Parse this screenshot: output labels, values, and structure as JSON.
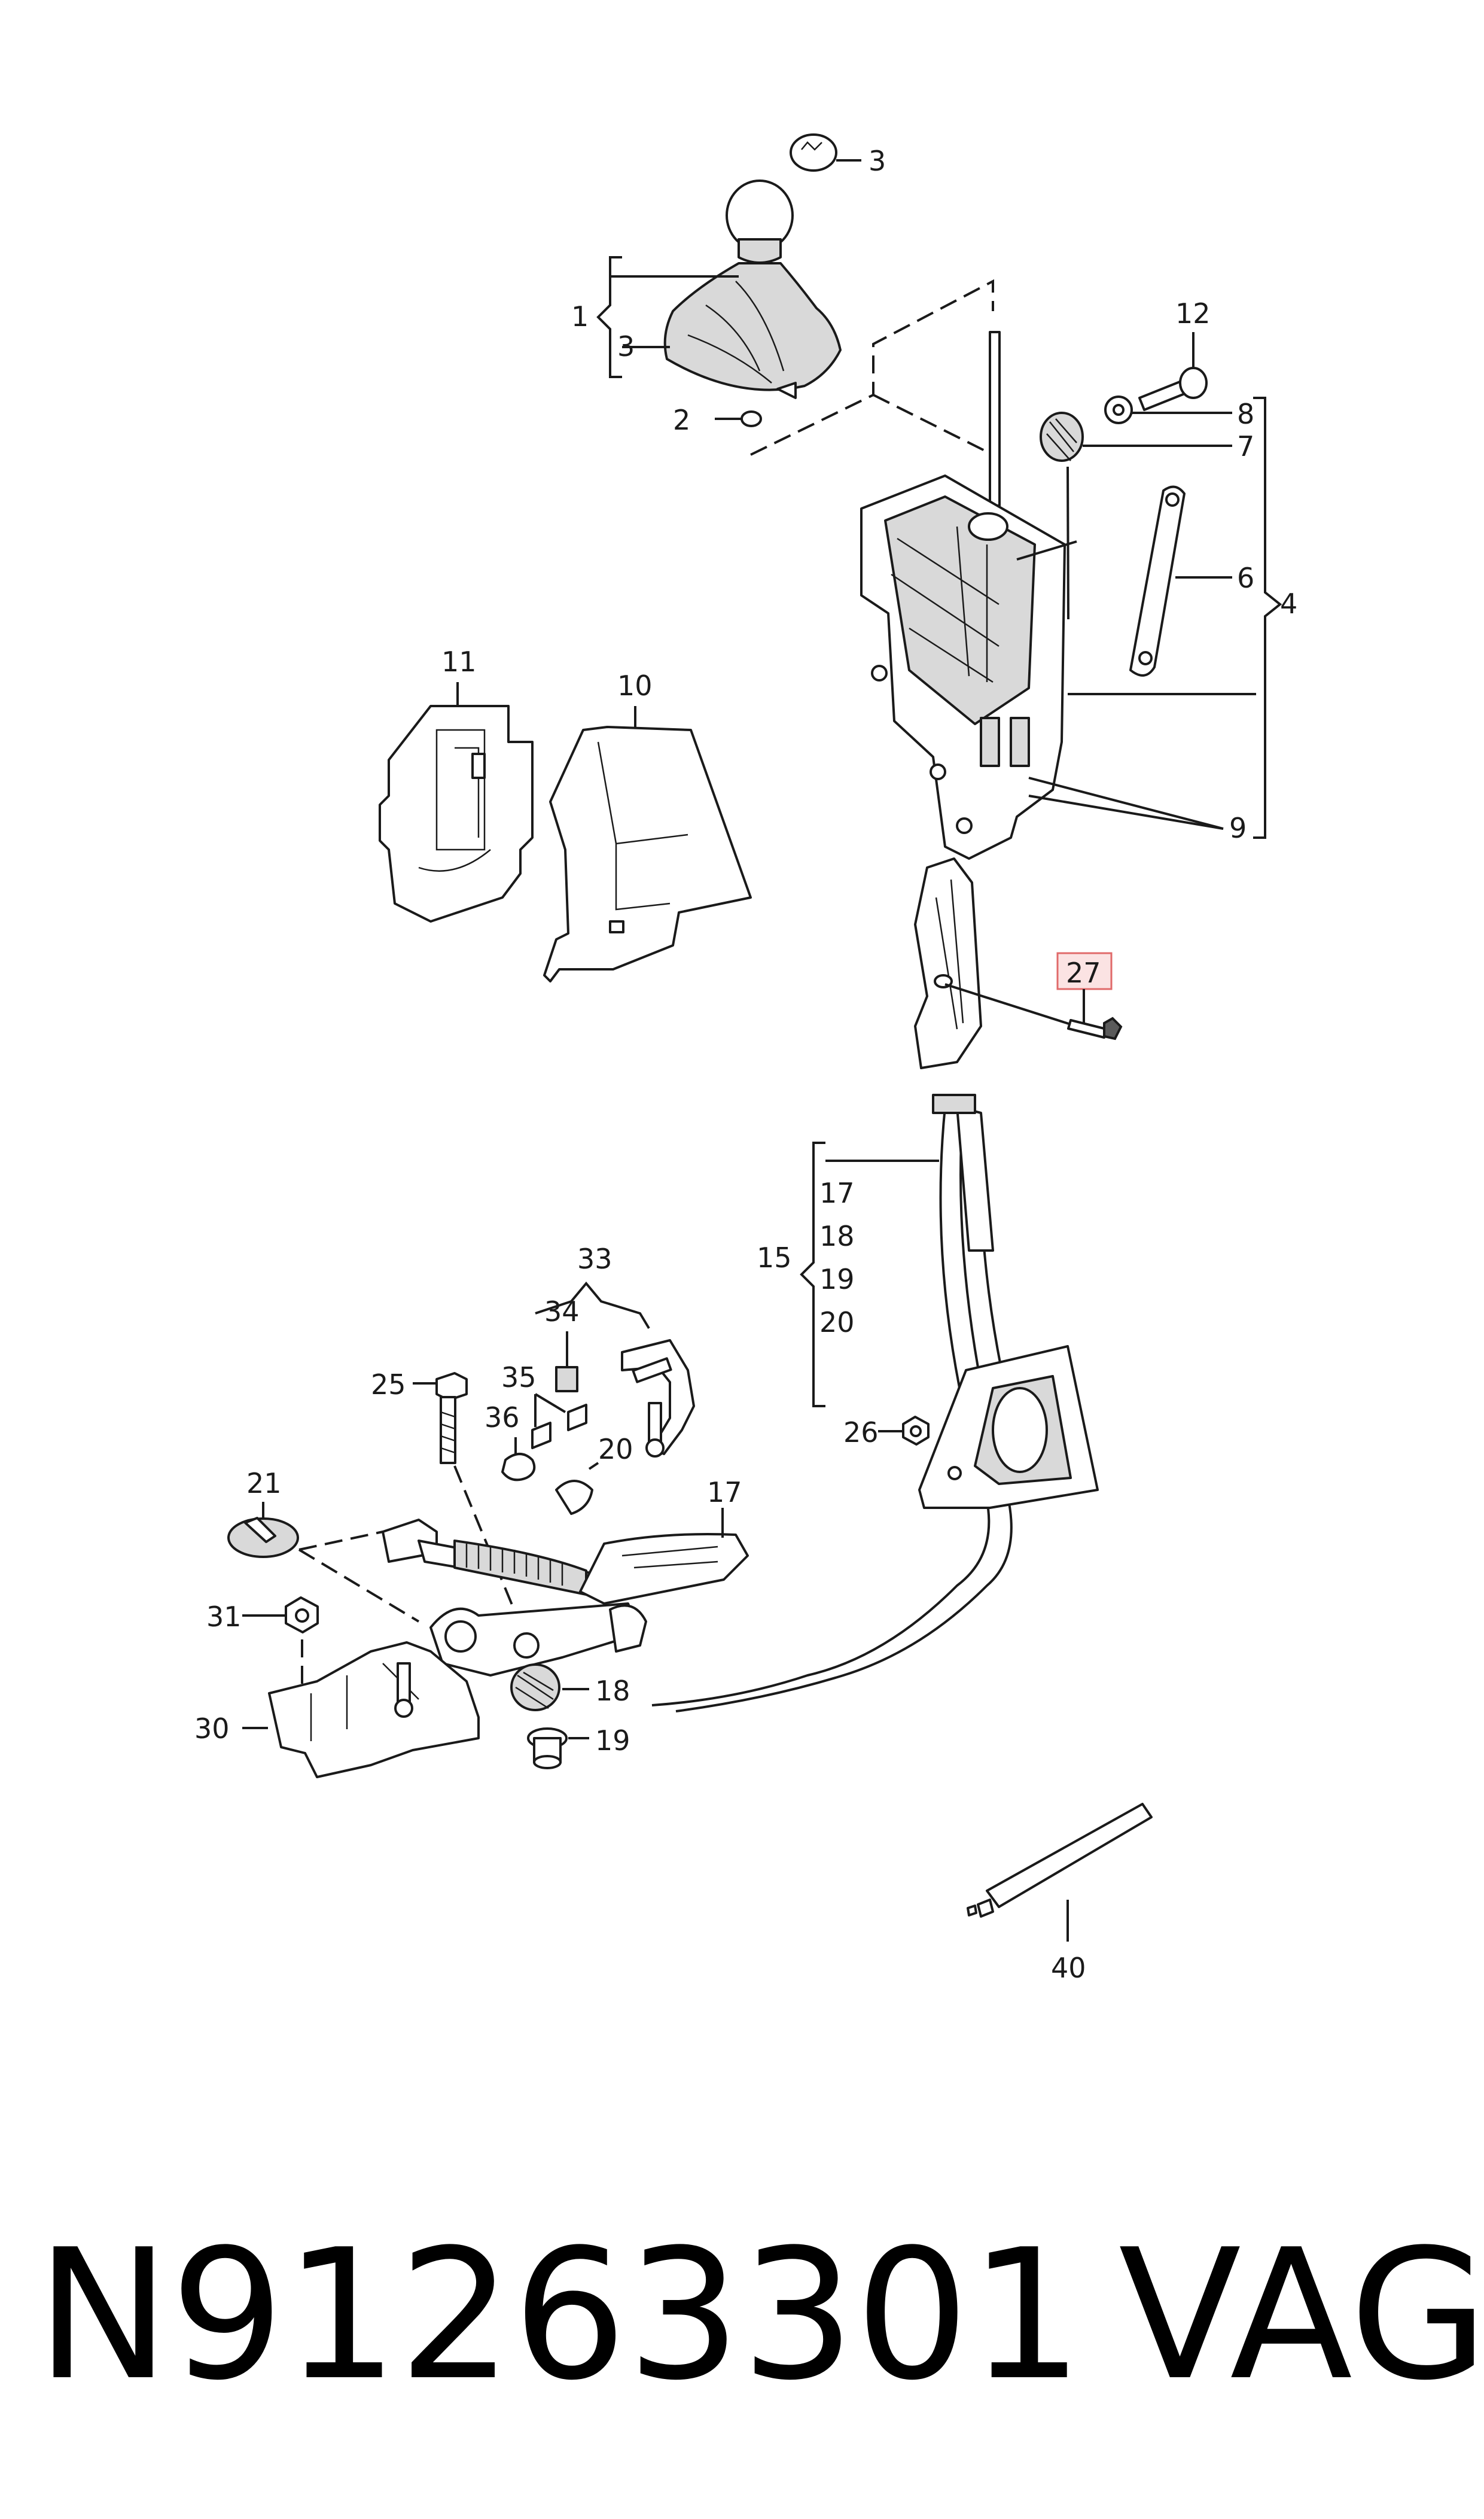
{
  "callouts": {
    "c1": "1",
    "c2": "2",
    "c3a": "3",
    "c3b": "3",
    "c4": "4",
    "c6": "6",
    "c7": "7",
    "c8": "8",
    "c9": "9",
    "c10": "10",
    "c11": "11",
    "c12": "12",
    "c15": "15",
    "c17a": "17",
    "c18a": "18",
    "c19a": "19",
    "c20a": "20",
    "c17b": "17",
    "c18b": "18",
    "c19b": "19",
    "c20b": "20",
    "c21": "21",
    "c25": "25",
    "c26": "26",
    "c27": "27",
    "c30": "30",
    "c31": "31",
    "c33": "33",
    "c34": "34",
    "c35": "35",
    "c36": "36",
    "c40": "40"
  },
  "footer": {
    "part_number": "N91263301",
    "brand": "VAG"
  },
  "colors": {
    "highlight_fill": "#fbe3e3",
    "highlight_stroke": "#e06a6a",
    "line": "#1a1a1a"
  }
}
